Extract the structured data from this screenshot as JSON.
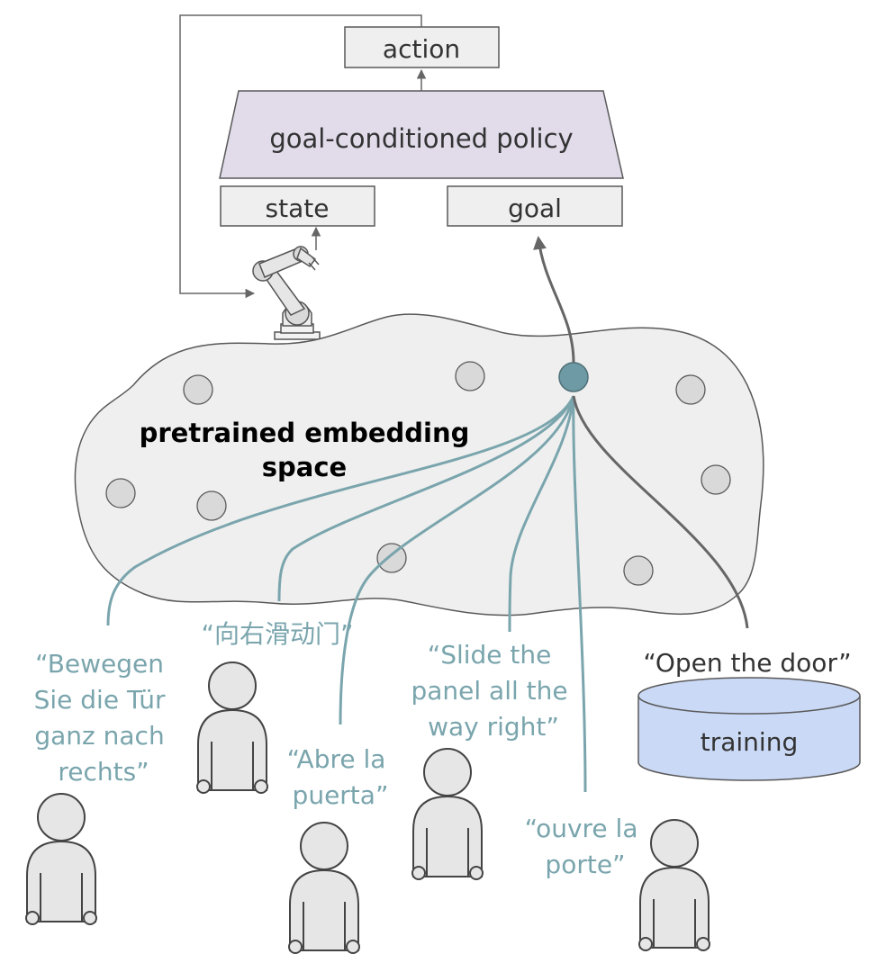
{
  "colors": {
    "quote_teal": "#7aa5ad",
    "policy_fill": "#e1dbea",
    "training_fill": "#cad9f5",
    "embedding_fill": "#efefef",
    "node_grey": "#d9d9d9",
    "goal_node": "#6d9aa4",
    "dark_text": "#333333"
  },
  "boxes": {
    "action": "action",
    "policy": "goal-conditioned policy",
    "state": "state",
    "goal": "goal",
    "training": "training"
  },
  "embedding": {
    "line1": "pretrained embedding",
    "line2": "space"
  },
  "instructions": {
    "german": [
      "“Bewegen",
      "Sie die Tür",
      "ganz nach",
      "rechts”"
    ],
    "chinese": [
      "“向右滑动门”"
    ],
    "spanish": [
      "“Abre la",
      "puerta”"
    ],
    "english_paraphrase": [
      "“Slide the",
      "panel all the",
      "way right”"
    ],
    "french": [
      "“ouvre la",
      "porte”"
    ],
    "english_training": [
      "“Open the door”"
    ]
  },
  "icons": {
    "robot": "robot-arm-icon",
    "person": "person-icon"
  }
}
